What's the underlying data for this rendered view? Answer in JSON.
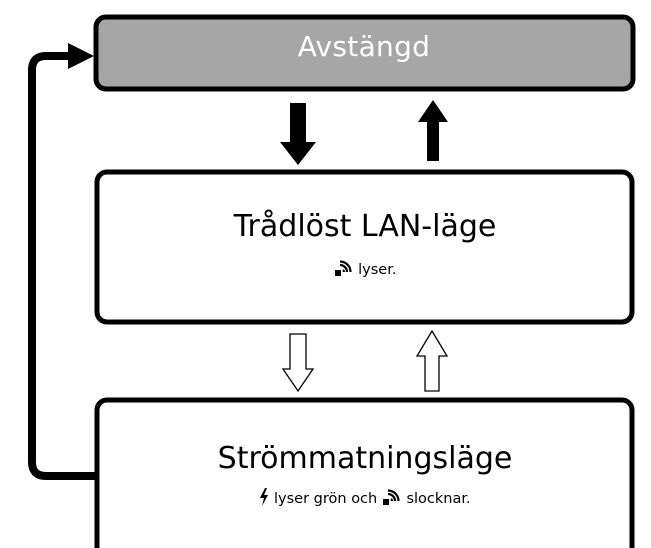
{
  "nodes": {
    "off": {
      "label": "Avstängd",
      "fill": "#a6a6a6"
    },
    "wlan": {
      "label": "Trådlöst LAN-läge",
      "note_text": "lyser."
    },
    "power": {
      "label": "Strömmatningsläge",
      "note_before": "lyser grön och",
      "note_after": "slocknar."
    }
  },
  "icons": [
    "wireless-icon",
    "lightning-icon"
  ],
  "edges": [
    {
      "from": "off",
      "to": "wlan",
      "style": "solid"
    },
    {
      "from": "wlan",
      "to": "off",
      "style": "solid"
    },
    {
      "from": "wlan",
      "to": "power",
      "style": "outline"
    },
    {
      "from": "power",
      "to": "wlan",
      "style": "outline"
    },
    {
      "from": "power",
      "to": "off",
      "style": "solid-loop"
    }
  ],
  "colors": {
    "stroke": "#000000",
    "off_fill": "#a6a6a6",
    "box_fill": "#ffffff"
  }
}
